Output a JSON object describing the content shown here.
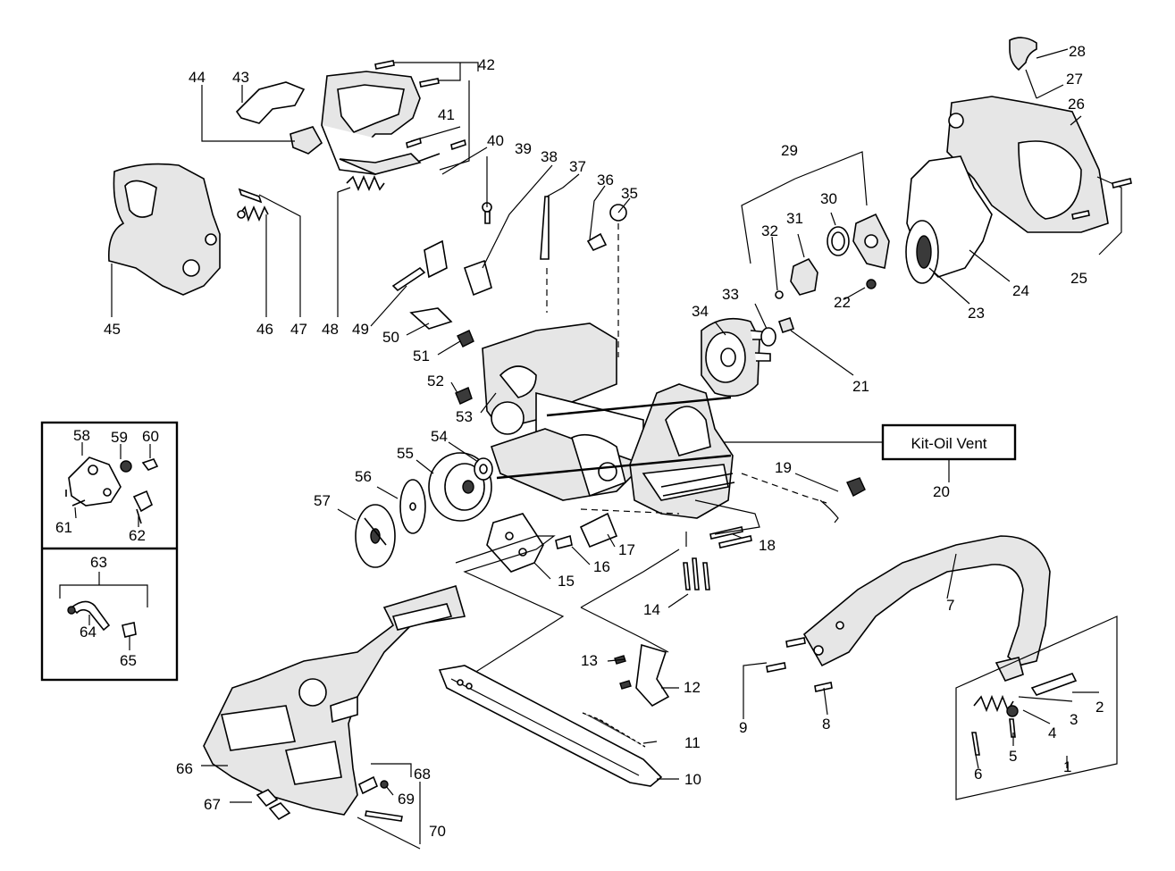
{
  "callouts": {
    "n1": "1",
    "n2": "2",
    "n3": "3",
    "n4": "4",
    "n5": "5",
    "n6": "6",
    "n7": "7",
    "n8": "8",
    "n9": "9",
    "n10": "10",
    "n11": "11",
    "n12": "12",
    "n13": "13",
    "n14": "14",
    "n15": "15",
    "n16": "16",
    "n17": "17",
    "n18": "18",
    "n19": "19",
    "n20": "20",
    "n21": "21",
    "n22": "22",
    "n23": "23",
    "n24": "24",
    "n25": "25",
    "n26": "26",
    "n27": "27",
    "n28": "28",
    "n29": "29",
    "n30": "30",
    "n31": "31",
    "n32": "32",
    "n33": "33",
    "n34": "34",
    "n35": "35",
    "n36": "36",
    "n37": "37",
    "n38": "38",
    "n39": "39",
    "n40": "40",
    "n41": "41",
    "n42": "42",
    "n43": "43",
    "n44": "44",
    "n45": "45",
    "n46": "46",
    "n47": "47",
    "n48": "48",
    "n49": "49",
    "n50": "50",
    "n51": "51",
    "n52": "52",
    "n53": "53",
    "n54": "54",
    "n55": "55",
    "n56": "56",
    "n57": "57",
    "n58": "58",
    "n59": "59",
    "n60": "60",
    "n61": "61",
    "n62": "62",
    "n63": "63",
    "n64": "64",
    "n65": "65",
    "n66": "66",
    "n67": "67",
    "n68": "68",
    "n69": "69",
    "n70": "70"
  },
  "kit_label": "Kit-Oil Vent",
  "colors": {
    "ink": "#000000",
    "paper": "#ffffff",
    "shade": "#e6e6e6",
    "dark": "#3a3a3a"
  }
}
